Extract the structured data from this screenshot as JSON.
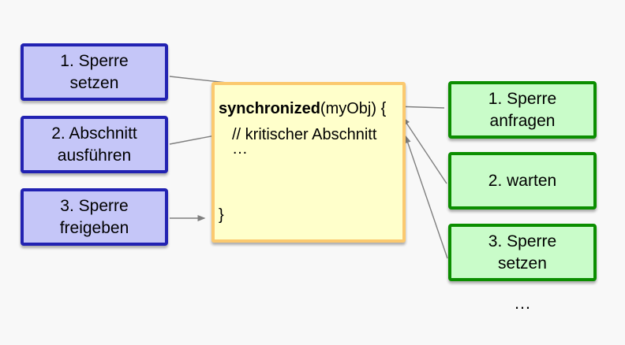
{
  "left_boxes": [
    {
      "label": "1. Sperre\nsetzen"
    },
    {
      "label": "2. Abschnitt\nausführen"
    },
    {
      "label": "3. Sperre\nfreigeben"
    }
  ],
  "right_boxes": [
    {
      "label": "1. Sperre\nanfragen"
    },
    {
      "label": "2. warten"
    },
    {
      "label": "3. Sperre\nsetzen"
    }
  ],
  "code_box": {
    "keyword": "synchronized",
    "call_rest": "(myObj) {",
    "comment": "// kritischer Abschnitt",
    "ellipsis": "…",
    "closing_brace": "}"
  },
  "trailing_ellipsis": "…",
  "colors": {
    "background": "#f8f8f8",
    "left_box_fill": "#c5c6f8",
    "left_box_border": "#2222b2",
    "right_box_fill": "#c9fcc9",
    "right_box_border": "#0b8e00",
    "code_box_fill": "#ffffcb",
    "code_box_border": "#fbc96f",
    "arrow": "#7f7f7f",
    "text": "#000000"
  },
  "connections": [
    {
      "from": "1. Sperre setzen",
      "to": "code box top line"
    },
    {
      "from": "2. Abschnitt ausführen",
      "to": "kritischer Abschnitt comment"
    },
    {
      "from": "3. Sperre freigeben",
      "to": "closing brace"
    },
    {
      "from": "1. Sperre anfragen",
      "to": "opening brace"
    },
    {
      "from": "2. warten",
      "to": "code box right edge"
    },
    {
      "from": "3. Sperre setzen",
      "to": "code box right edge"
    }
  ]
}
